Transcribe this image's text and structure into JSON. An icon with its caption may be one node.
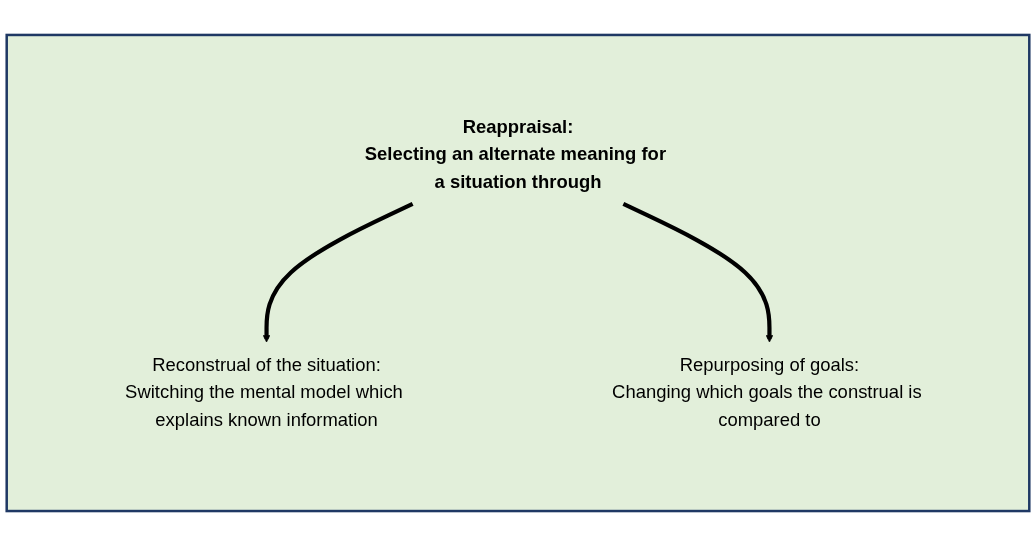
{
  "diagram": {
    "nodes": [
      {
        "text": [],
        "shape": "box"
      },
      {
        "text": [
          "Reappraisal:",
          "Selecting an alternate meaning for a situation through"
        ],
        "in": 0
      },
      {
        "text": [
          "Reconstrual of the situation:",
          "Switching the mental model which explains known information"
        ],
        "in": 0
      },
      {
        "text": [
          "Repurposing of goals:",
          "Changing which goals the construal is compared to"
        ],
        "in": 0
      }
    ],
    "edges": [
      {
        "from": 1,
        "to": 2,
        "arrow": "to"
      },
      {
        "from": 1,
        "to": 3,
        "arrow": "to"
      }
    ]
  }
}
